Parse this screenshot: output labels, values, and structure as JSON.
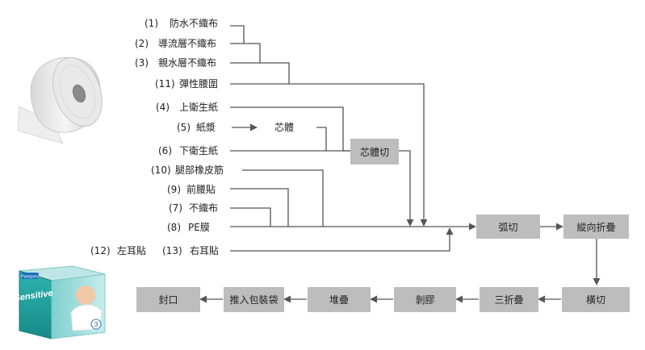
{
  "materials": [
    {
      "num": "(1)",
      "name": "防水不織布"
    },
    {
      "num": "(2)",
      "name": "導流層不織布"
    },
    {
      "num": "(3)",
      "name": "親水層不織布"
    },
    {
      "num": "(11)",
      "name": "彈性腰圍"
    },
    {
      "num": "(4)",
      "name": "上衛生紙"
    },
    {
      "num": "(5)",
      "name": "紙漿"
    },
    {
      "num": "(6)",
      "name": "下衛生紙"
    },
    {
      "num": "(10)",
      "name": "腿部橡皮筋"
    },
    {
      "num": "(9)",
      "name": "前腰貼"
    },
    {
      "num": "(7)",
      "name": "不織布"
    },
    {
      "num": "(8)",
      "name": "PE膜"
    },
    {
      "num": "(12)",
      "name": "左耳貼"
    },
    {
      "num": "(13)",
      "name": "右耳貼"
    }
  ],
  "core_label": "芯體",
  "processes": {
    "core_cut": "芯體切",
    "arc_cut": "弧切",
    "long_fold": "縱向折疊",
    "horizontal_cut": "橫切",
    "tri_fold": "三折疊",
    "peel": "剝膠",
    "stack": "堆疊",
    "bag": "推入包裝袋",
    "seal": "封口"
  },
  "package": {
    "brand": "Pampers",
    "line1": "Sensitive",
    "size": "3"
  },
  "colors": {
    "box": "#bdbdbd",
    "line": "#555555",
    "arrow": "#666666"
  }
}
